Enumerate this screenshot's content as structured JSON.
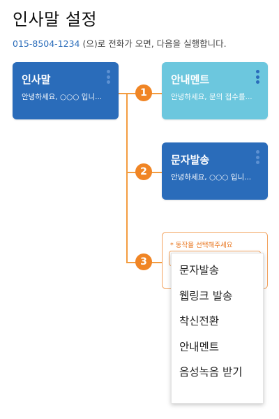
{
  "header": {
    "title": "인사말 설정",
    "phone": "015-8504-1234",
    "subtitle_rest": " (으)로 전화가 오면, 다음을 실행합니다."
  },
  "greeting_card": {
    "title": "인사말",
    "desc": "안녕하세요, ○○○ 입니...",
    "menu_icon": "kebab-vertical"
  },
  "actions": [
    {
      "number": "1",
      "title": "안내멘트",
      "desc": "안녕하세요, 문의 접수를...",
      "color": "#6cc7de"
    },
    {
      "number": "2",
      "title": "문자발송",
      "desc": "안녕하세요, ○○○ 입니...",
      "color": "#2a6cba"
    },
    {
      "number": "3",
      "hint": "* 동작을 선택해주세요"
    }
  ],
  "dropdown": {
    "options": [
      "문자발송",
      "웹링크 발송",
      "착신전환",
      "안내멘트",
      "음성녹음 받기"
    ]
  },
  "colors": {
    "primary": "#2a6cba",
    "light": "#6cc7de",
    "accent": "#f08525"
  }
}
